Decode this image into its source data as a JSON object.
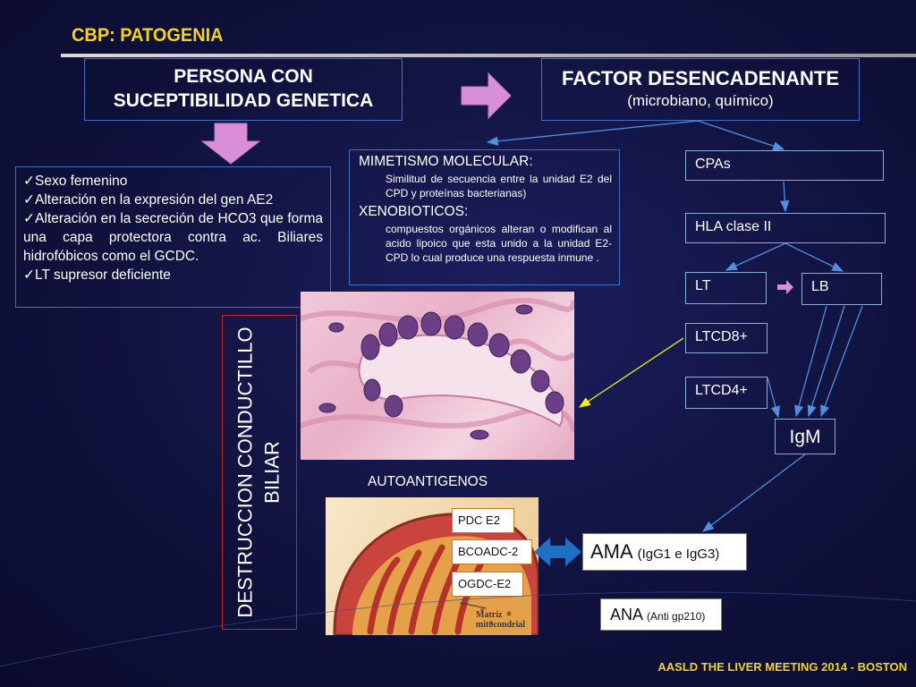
{
  "slide": {
    "title": "CBP: PATOGENIA",
    "footer": "AASLD  THE LIVER MEETING 2014 - BOSTON"
  },
  "persona": {
    "line1": "PERSONA CON",
    "line2": "SUCEPTIBILIDAD GENETICA"
  },
  "factor": {
    "title": "FACTOR DESENCADENANTE",
    "subtitle": "(microbiano, químico)"
  },
  "susceptibility_list": [
    "✓Sexo femenino",
    "✓Alteración en la expresión del gen AE2",
    "✓Alteración en la secreción de HCO3 que forma una capa protectora contra ac. Biliares hidrofóbicos como el GCDC.",
    "✓LT supresor deficiente"
  ],
  "mimetismo": {
    "heading": "MIMETISMO MOLECULAR:",
    "detail": "Similitud de secuencia entre la unidad E2 del CPD y proteínas bacterianas)",
    "heading2": "XENOBIOTICOS:",
    "detail2": "compuestos orgánicos alteran o modifican al acido lipoico que esta unido a la unidad E2-CPD lo cual produce una respuesta inmune ."
  },
  "nodes": {
    "cpas": "CPAs",
    "hla": "HLA  clase II",
    "lt": "LT",
    "lb": "LB",
    "ltcd8": "LTCD8+",
    "ltcd4": "LTCD4+",
    "igm": "IgM"
  },
  "destruccion": {
    "line1": "DESTRUCCION CONDUCTILLO",
    "line2": "BILIAR"
  },
  "autoantigenos": {
    "label": "AUTOANTIGENOS",
    "items": [
      "PDC E2",
      "BCOADC-2",
      "OGDC-E2"
    ],
    "image_caption": "Matriz mitocondrial"
  },
  "ama": {
    "label": "AMA",
    "detail": "(IgG1 e IgG3)"
  },
  "ana": {
    "label": "ANA",
    "detail": "(Anti gp210)"
  },
  "colors": {
    "title": "#f5d21f",
    "box_border": "#3f6fc4",
    "arrow_fill": "#d98ed8",
    "connector": "#4f8fe0",
    "pointer": "#f2f200",
    "frame_red": "#c0262b",
    "double_arrow": "#1f6fc2"
  }
}
